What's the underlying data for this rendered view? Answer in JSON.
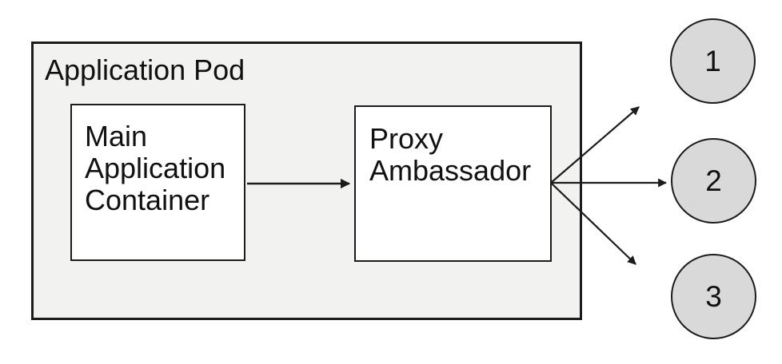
{
  "diagram": {
    "title": "Application Pod sidecar/ambassador pattern diagram",
    "pod": {
      "label": "Application Pod"
    },
    "nodes": [
      {
        "id": "main-application-container",
        "label": "Main Application Container",
        "lines": [
          "Main",
          "Application",
          "Container"
        ]
      },
      {
        "id": "proxy-ambassador",
        "label": "Proxy Ambassador",
        "lines": [
          "Proxy",
          "Ambassador"
        ]
      }
    ],
    "endpoints": [
      {
        "id": "endpoint-1",
        "label": "1"
      },
      {
        "id": "endpoint-2",
        "label": "2"
      },
      {
        "id": "endpoint-3",
        "label": "3"
      }
    ],
    "connections": [
      {
        "from": "main-application-container",
        "to": "proxy-ambassador"
      },
      {
        "from": "proxy-ambassador",
        "to": "endpoint-1"
      },
      {
        "from": "proxy-ambassador",
        "to": "endpoint-2"
      },
      {
        "from": "proxy-ambassador",
        "to": "endpoint-3"
      }
    ],
    "colors": {
      "pod_fill": "#f2f2f1",
      "node_fill": "#ffffff",
      "endpoint_fill": "#d9d9d9",
      "stroke": "#1c1c1c",
      "text": "#111111",
      "background": "#ffffff"
    }
  }
}
